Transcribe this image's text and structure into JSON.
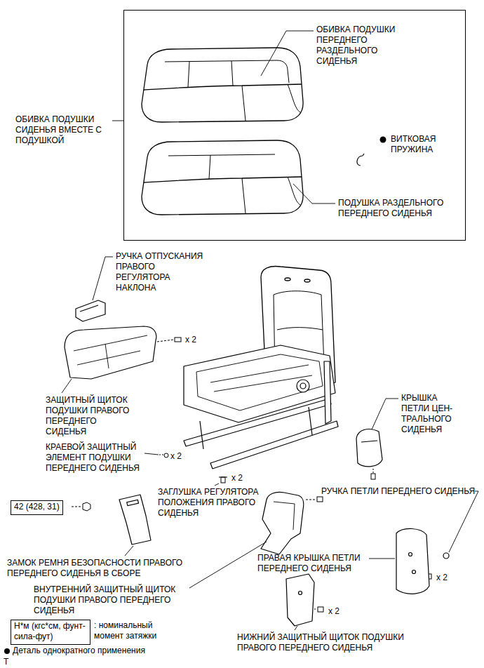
{
  "diagram": {
    "nodes": [
      {
        "text": [
          "ОБИВКА ПОДУШКИ ПЕРЕДНЕГО РАЗДЕЛЬНОГО СИДЕНЬЯ",
          "ВИТКОВАЯ ПРУЖИНА",
          "ПОДУШКА РАЗДЕЛЬНОГО ПЕРЕДНЕГО СИДЕНЬЯ"
        ]
      },
      {
        "text": [
          "42 (428, 31)"
        ]
      },
      {
        "text": [
          "Н*м (кгс*см, фунт-сила-фут)"
        ]
      }
    ],
    "labels": [
      "ОБИВКА ПОДУШКИ СИДЕНЬЯ ВМЕСТЕ С ПОДУШКОЙ",
      "РУЧКА ОТПУСКАНИЯ ПРАВОГО РЕГУЛЯТОРА НАКЛОНА",
      "x 2",
      "ЗАЩИТНЫЙ ЩИТОК ПОДУШКИ ПРАВОГО ПЕРЕДНЕГО СИДЕНЬЯ",
      "КРЫШКА ПЕТЛИ ЦЕН- ТРАЛЬНОГО СИДЕНЬЯ",
      "КРАЕВОЙ ЗАЩИТНЫЙ ЭЛЕМЕНТ ПОДУШКИ ПЕРЕДНЕГО СИДЕНЬЯ",
      "x 2",
      "ЗАГЛУШКА РЕГУЛЯТОРА ПОЛОЖЕНИЯ ПРАВОГО СИДЕНЬЯ",
      "x 2",
      "РУЧКА ПЕТЛИ ПЕРЕДНЕГО СИДЕНЬЯ",
      "ЗАМОК РЕМНЯ БЕЗОПАСНОСТИ ПРАВОГО ПЕРЕДНЕГО СИДЕНЬЯ В СБОРЕ",
      "ПРАВАЯ КРЫШКА ПЕТЛИ ПЕРЕДНЕГО СИДЕНЬЯ",
      "x 2",
      "ВНУТРЕННИЙ ЗАЩИТНЫЙ ЩИТОК ПОДУШКИ ПРАВОГО ПЕРЕДНЕГО СИДЕНЬЯ",
      "x 2",
      "НИЖНИЙ ЗАЩИТНЫЙ ЩИТОК ПОДУШКИ ПРАВОГО ПЕРЕДНЕГО СИДЕНЬЯ",
      "T"
    ],
    "legend": [
      {
        "text": ": номинальный момент затяжки"
      },
      {
        "text": "Деталь однократного применения"
      }
    ]
  }
}
